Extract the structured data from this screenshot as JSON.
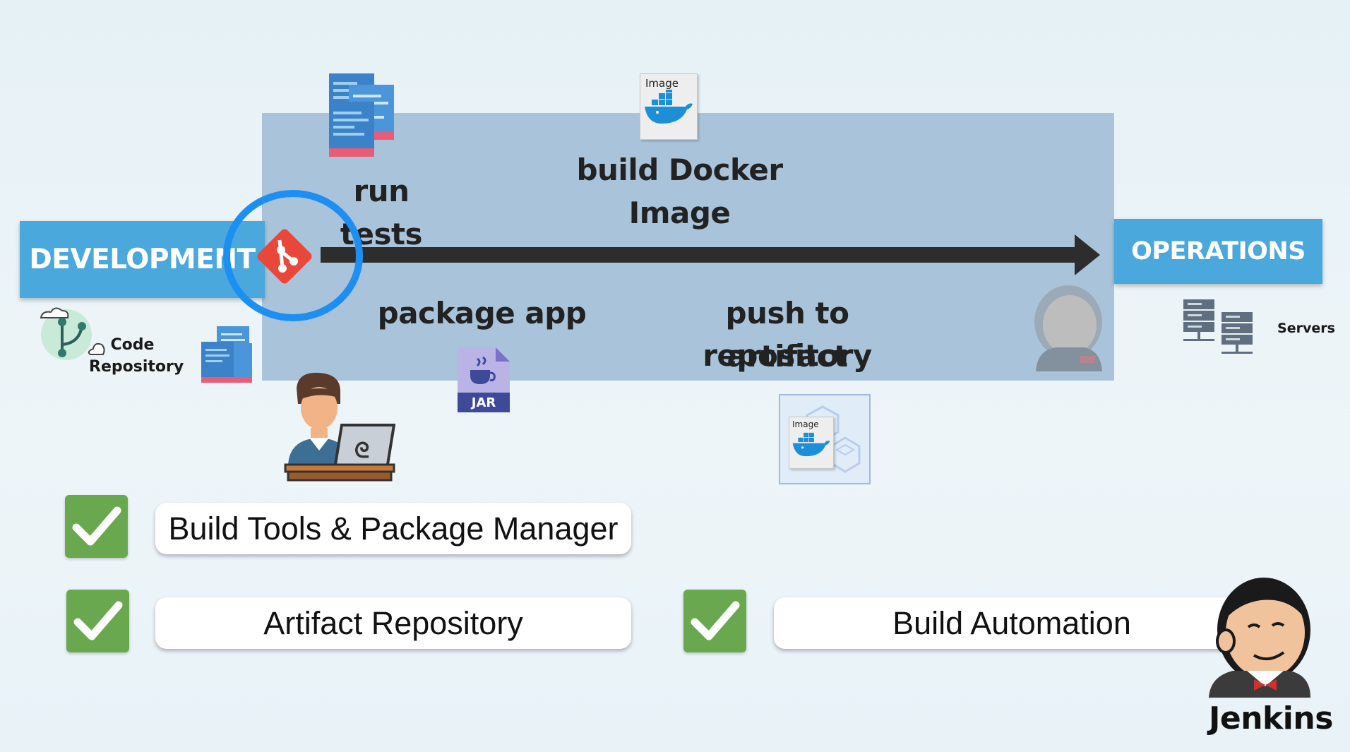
{
  "stages": {
    "development": "DEVELOPMENT",
    "operations": "OPERATIONS"
  },
  "steps": {
    "run_tests": "run tests",
    "build_docker_line1": "build Docker",
    "build_docker_line2": "Image",
    "package_app": "package app",
    "push_line1": "push to artifact",
    "push_line2": "repository"
  },
  "labels": {
    "code_repo_line1": "Code",
    "code_repo_line2": "Repository",
    "servers": "Servers",
    "image": "Image",
    "jar": "JAR"
  },
  "checklist": [
    {
      "label": "Build Tools & Package Manager",
      "checked": true
    },
    {
      "label": "Artifact Repository",
      "checked": true
    },
    {
      "label": "Build Automation",
      "checked": true
    }
  ],
  "brand": "Jenkins",
  "icons": [
    "git-icon",
    "code-files-icon",
    "docker-image-icon",
    "jar-file-icon",
    "developer-icon",
    "artifact-repository-icon",
    "servers-icon",
    "jenkins-logo",
    "check-icon",
    "code-repository-icon"
  ],
  "colors": {
    "stage_blue": "#4aa8dc",
    "pipeline_band": "#a9c4da",
    "check_green": "#6aa84f",
    "git_red": "#e8473a",
    "ring_blue": "#1e8ff2",
    "arrow": "#2d2d2d"
  }
}
